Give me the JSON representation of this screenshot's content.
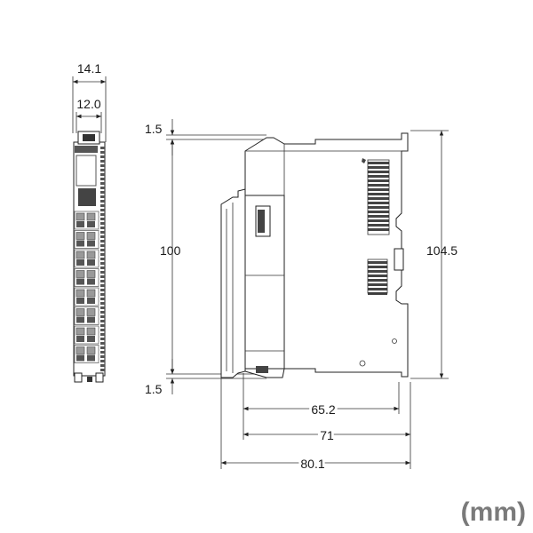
{
  "front_view": {
    "width_overall": "14.1",
    "width_inner": "12.0"
  },
  "side_view": {
    "top_offset": "1.5",
    "bottom_offset": "1.5",
    "height_left": "100",
    "height_right": "104.5",
    "depth_1": "65.2",
    "depth_2": "71",
    "depth_3": "80.1"
  },
  "unit": "(mm)"
}
